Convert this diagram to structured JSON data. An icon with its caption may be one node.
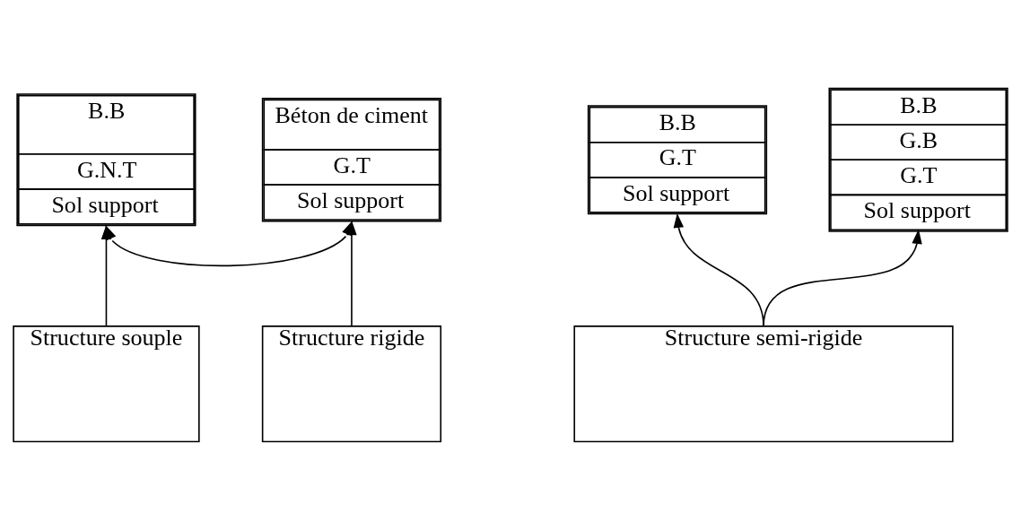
{
  "diagram": {
    "nodes": [
      {
        "text": [
          "B.B",
          "G.N.T",
          "Sol support"
        ]
      },
      {
        "text": [
          "B.B",
          "G.T",
          "Sol support"
        ]
      },
      {
        "text": [
          "B.B",
          "G.B",
          "G.T",
          "Sol support"
        ]
      },
      {
        "text": [
          "Béton de ciment",
          "G.T",
          "Sol support"
        ]
      },
      {
        "text": [
          "Structure souple"
        ]
      },
      {
        "text": [
          "Structure semi-rigide"
        ]
      },
      {
        "text": [
          "Structure rigide"
        ]
      }
    ],
    "edges": [
      {
        "from": 0,
        "to": 3,
        "arrow": "both"
      },
      {
        "from": 4,
        "to": 0,
        "arrow": "to"
      },
      {
        "from": 5,
        "to": 1,
        "arrow": "to"
      },
      {
        "from": 5,
        "to": 2,
        "arrow": "to"
      },
      {
        "from": 6,
        "to": 3,
        "arrow": "to"
      }
    ]
  }
}
